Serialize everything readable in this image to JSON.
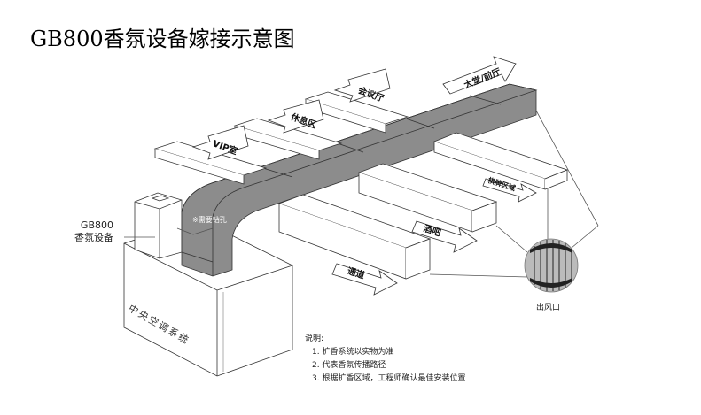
{
  "title": "GB800香氛设备嫁接示意图",
  "device_label": {
    "line1": "GB800",
    "line2": "香氛设备"
  },
  "drill_label": "※需要钻孔",
  "ac_label": "中央空调系统",
  "outlet_label": "出风口",
  "arrows": [
    {
      "label": "大堂/前厅",
      "direction": "up-right"
    },
    {
      "label": "会议厅",
      "direction": "up-left"
    },
    {
      "label": "休息区",
      "direction": "up-left"
    },
    {
      "label": "VIP室",
      "direction": "up-left"
    },
    {
      "label": "棋牌区域",
      "direction": "down-right"
    },
    {
      "label": "酒吧",
      "direction": "down-right"
    },
    {
      "label": "通道",
      "direction": "down-right"
    }
  ],
  "notes": {
    "heading": "说明:",
    "items": [
      "1. 扩香系统以实物为准",
      "2. 代表香氛传播路径",
      "3. 根据扩香区域，工程师确认最佳安装位置"
    ]
  },
  "colors": {
    "duct": "#8c8c8c",
    "line": "#333333"
  }
}
